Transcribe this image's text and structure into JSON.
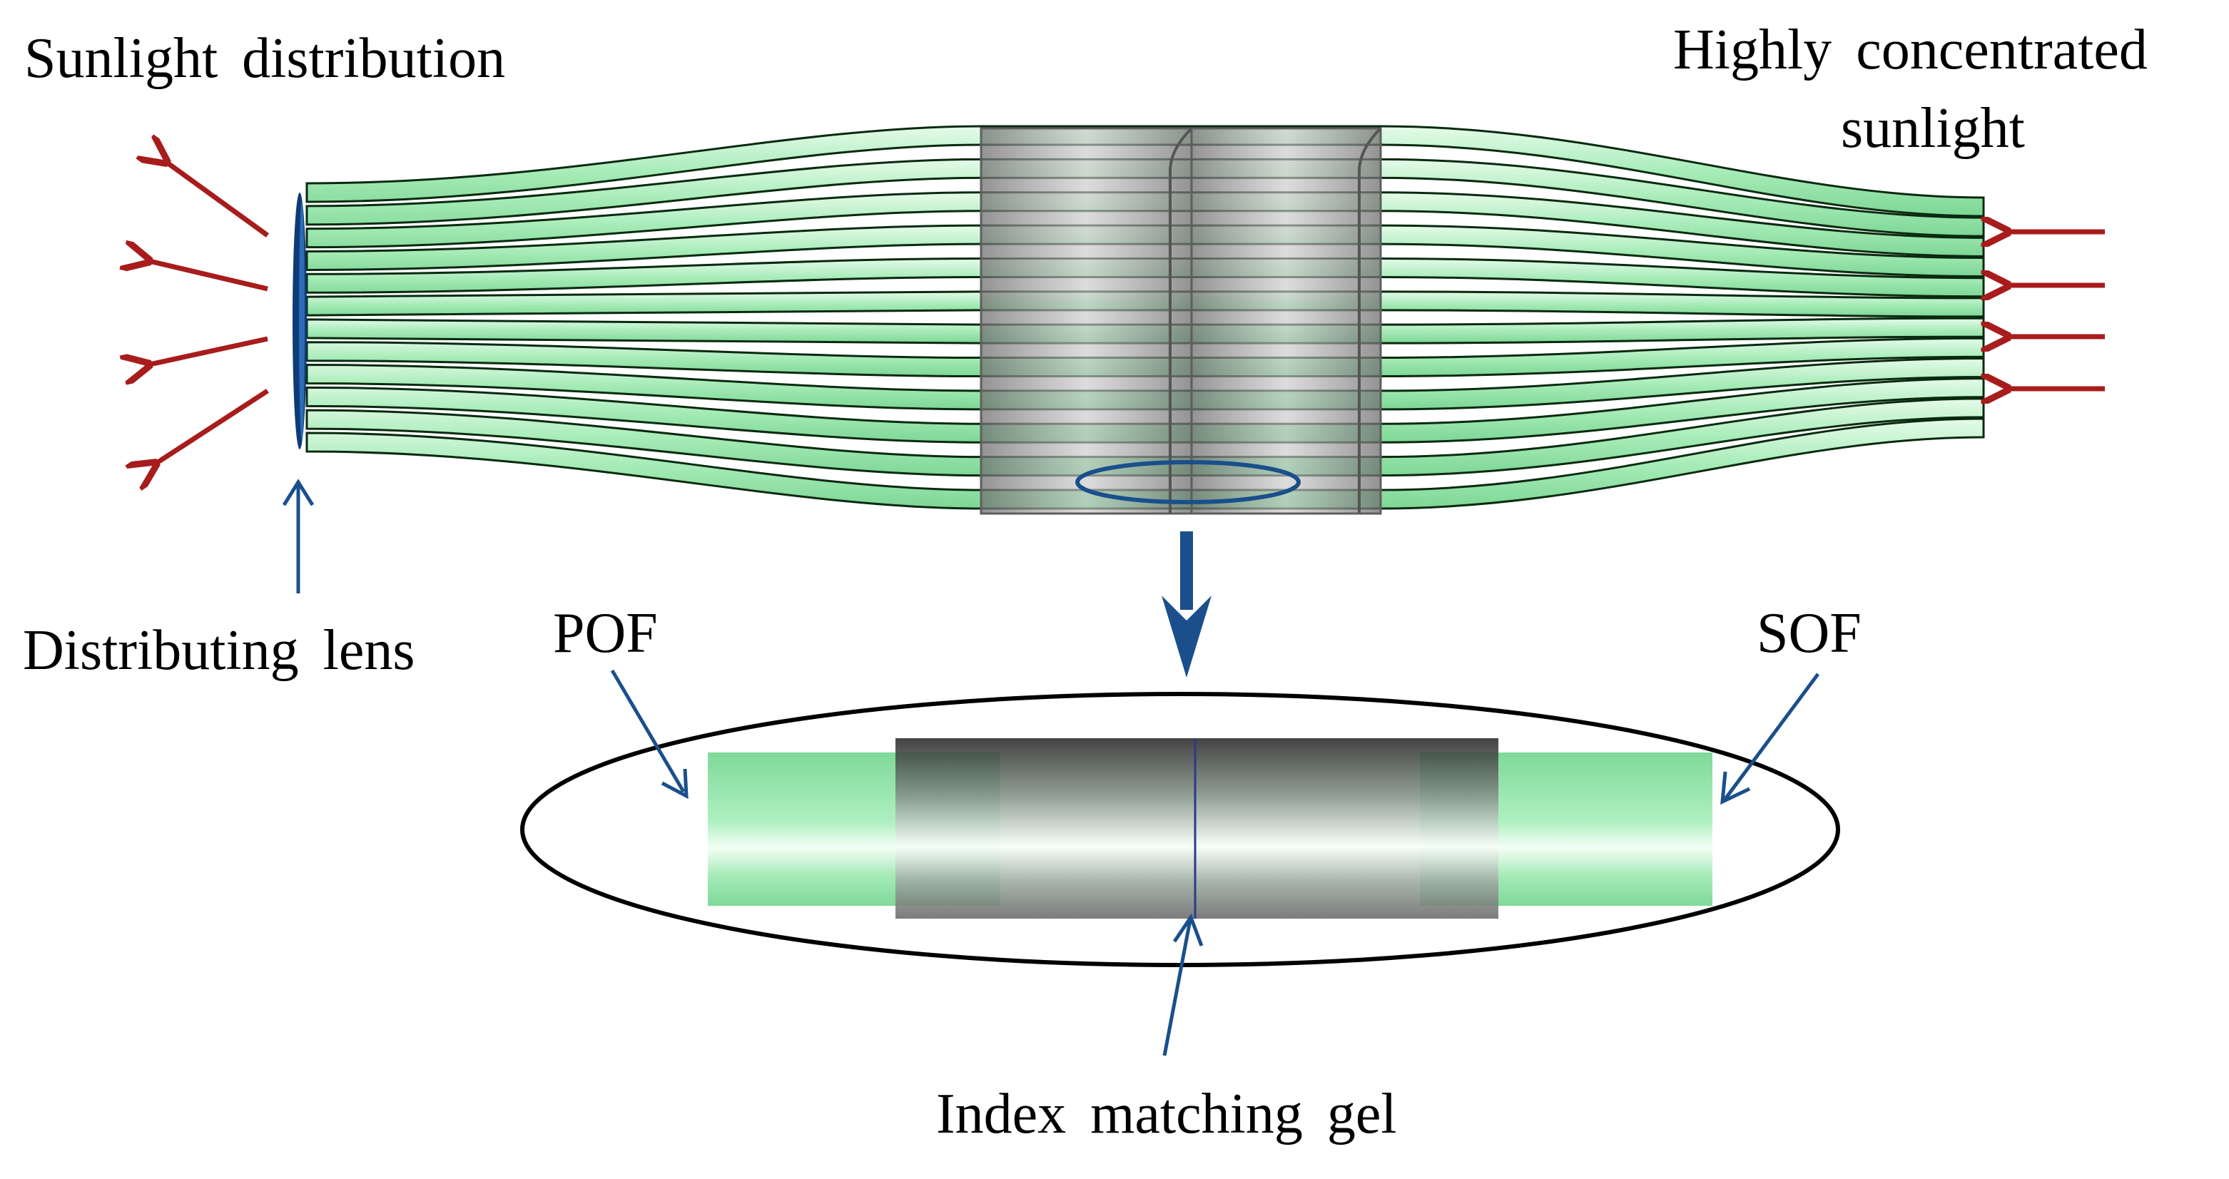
{
  "labels": {
    "sunlight_distribution": "Sunlight distribution",
    "highly_concentrated_line1": "Highly concentrated",
    "highly_concentrated_line2": "sunlight",
    "distributing_lens": "Distributing lens",
    "pof": "POF",
    "sof": "SOF",
    "index_matching_gel": "Index matching gel"
  },
  "colors": {
    "fiber_light": "#c8f5d4",
    "fiber_mid": "#8fe0a5",
    "fiber_dark": "#0a2a10",
    "connector_gray": "#8c8c8c",
    "sunlight_arrow": "#a81c1c",
    "pointer_arrow": "#1a4f8c",
    "lens": "#0d3b78",
    "outline": "#000000"
  },
  "fiber_count": 12,
  "incoming_arrow_count": 4,
  "outgoing_arrow_count": 4
}
